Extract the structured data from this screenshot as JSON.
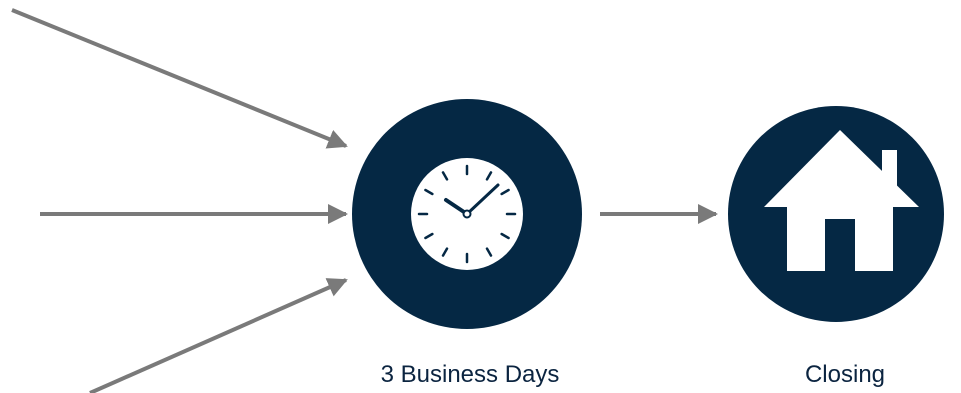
{
  "colors": {
    "node_fill": "#052844",
    "arrow": "#7a7a7a",
    "clock_face": "#ffffff",
    "clock_ticks": "#052844",
    "house": "#ffffff",
    "label_text": "#0b2440"
  },
  "nodes": [
    {
      "id": "waiting-period",
      "icon": "clock-icon",
      "label": "3 Business Days"
    },
    {
      "id": "closing",
      "icon": "house-icon",
      "label": "Closing"
    }
  ]
}
